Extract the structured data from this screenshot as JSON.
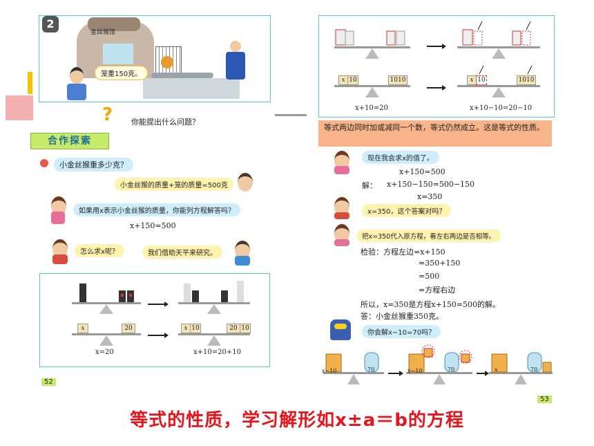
{
  "left_page": {
    "problem_number": "2",
    "story_sign": "金丝猴馆",
    "cage_bubble": "笼重150克。",
    "question_prompt": "你能提出什么问题？",
    "section_title": "合作探索",
    "q1": "小金丝猴重多少克？",
    "b1": "小金丝猴的质量+笼的质量=500克",
    "b2": "如果用x表示小金丝猴的质量，你能列方程解答吗？",
    "eq1": "x+150=500",
    "b3": "怎么求x呢？",
    "b4": "我们借助天平来研究。",
    "bal_eq1": "x=20",
    "bal_eq2": "x+10=20+10",
    "box_x": "x",
    "box_20": "20",
    "box_x10": "x",
    "box_10": "10",
    "page_number": "52"
  },
  "right_page": {
    "box_x": "x",
    "box_10": "10",
    "box_1010": "1010",
    "bal_eq_left": "x+10=20",
    "bal_eq_right": "x+10−10=20−10",
    "property_text": "等式两边同时加或减同一个数，等式仍然成立。这是等式的性质。",
    "b_find": "现在我会求x的值了。",
    "s_eq": "x+150=500",
    "s_label": "解：",
    "s_line1": "x+150−150=500−150",
    "s_line2": "x=350",
    "b_check": "x=350，这个答案对吗？",
    "b_sub": "把x=350代入原方程，看左右两边是否相等。",
    "c_label": "检验：方程左边=x+150",
    "c_line1": "=350+150",
    "c_line2": "=500",
    "c_line3": "=方程右边",
    "conclusion": "所以，x=350是方程x+150=500的解。",
    "answer": "答：小金丝猴重350克。",
    "b_solve": "你会解x−10=70吗？",
    "bottom_x10": "x−10",
    "bottom_70": "70",
    "page_number": "53"
  },
  "caption": "等式的性质，学习解形如x±a＝b的方程",
  "colors": {
    "caption": "#e8141b",
    "frame": "#55c8d8",
    "property_bg": "#f9b48a",
    "title_bg": "#c6ea6a",
    "bubble_yellow": "#fff3b0",
    "bubble_blue": "#cfeefc"
  }
}
